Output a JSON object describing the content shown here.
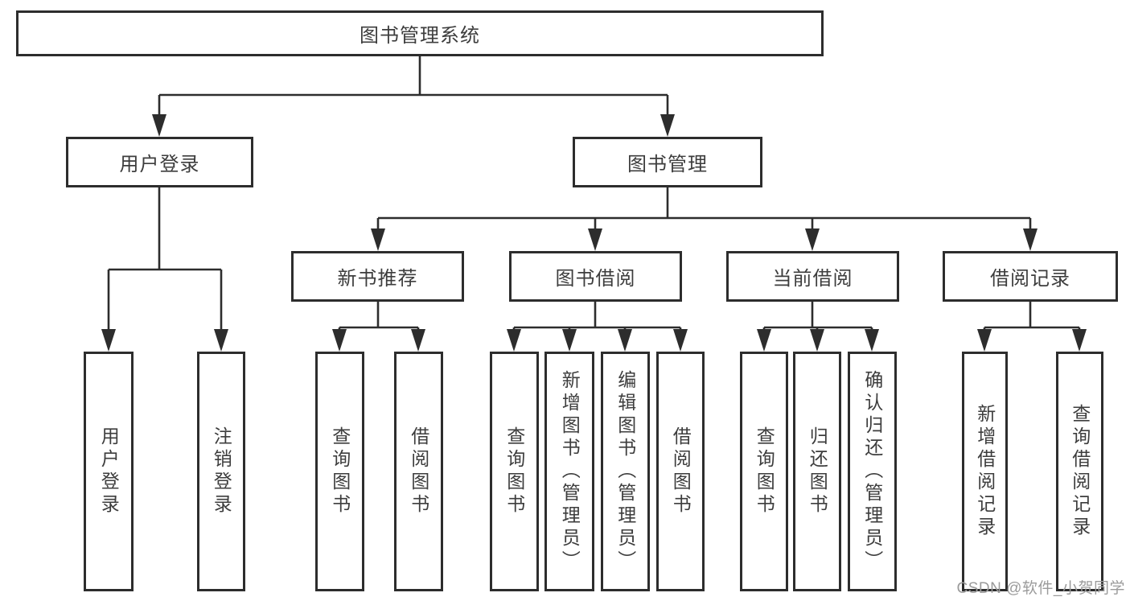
{
  "diagram": {
    "root": {
      "label": "图书管理系统"
    },
    "level2": [
      {
        "label": "用户登录"
      },
      {
        "label": "图书管理"
      }
    ],
    "level3": [
      {
        "label": "新书推荐"
      },
      {
        "label": "图书借阅"
      },
      {
        "label": "当前借阅"
      },
      {
        "label": "借阅记录"
      }
    ],
    "leaves": {
      "user_login": [
        "用户登录",
        "注销登录"
      ],
      "new_book": [
        "查询图书",
        "借阅图书"
      ],
      "book_borrow": [
        "查询图书",
        "新增图书（管理员）",
        "编辑图书（管理员）",
        "借阅图书"
      ],
      "current_borrow": [
        "查询图书",
        "归还图书",
        "确认归还（管理员）"
      ],
      "borrow_record": [
        "新增借阅记录",
        "查询借阅记录"
      ]
    }
  },
  "watermark": {
    "text": "CSDN @软件_小贺同学"
  },
  "colors": {
    "background": "#ffffff",
    "line": "#2d2d2d",
    "box_border": "#2d2d2d",
    "box_fill": "#ffffff",
    "text": "#3d3d3d",
    "watermark": "#9b9b9b"
  }
}
